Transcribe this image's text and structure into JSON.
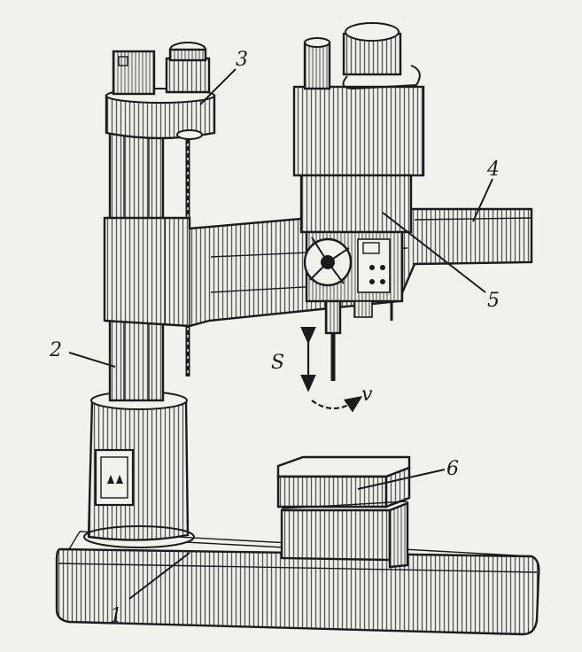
{
  "figure": {
    "callouts": {
      "base": "1",
      "column": "2",
      "column_top": "3",
      "arm": "4",
      "drill_head": "5",
      "table": "6"
    },
    "motion_labels": {
      "feed": "S",
      "speed": "v"
    },
    "colors": {
      "paper": "#f3f1ec",
      "ink": "#1b1b1b",
      "hatch": "#5a5a5a"
    }
  }
}
